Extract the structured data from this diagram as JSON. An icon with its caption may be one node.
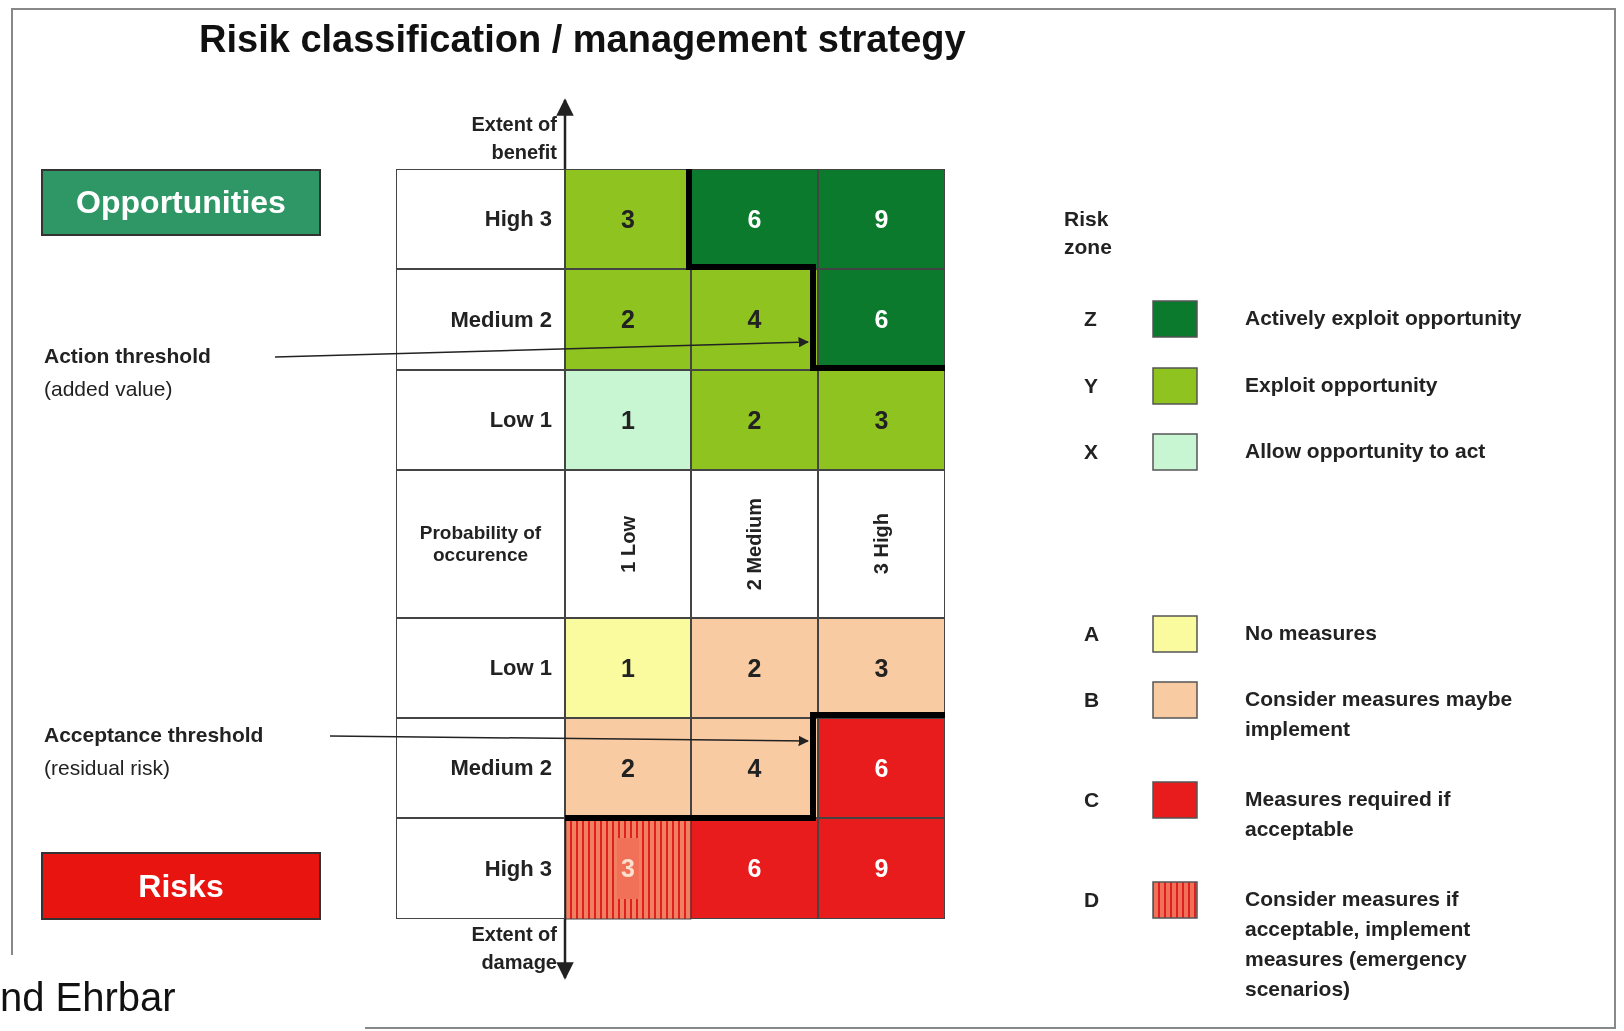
{
  "diagram": {
    "title": "Risik classification / management strategy",
    "nodes": [
      {
        "text": [
          "Opportunities"
        ]
      },
      {
        "text": [
          "Risks"
        ]
      },
      {
        "text": [
          "Action threshold",
          "(added value)"
        ]
      },
      {
        "text": [],
        "shape": "line"
      },
      {
        "text": [
          "Acceptance threshold",
          "(residual risk)"
        ]
      },
      {
        "text": [],
        "shape": "line"
      }
    ],
    "edges": [
      {
        "from": 2,
        "to": 3,
        "arrow": "to"
      },
      {
        "from": 4,
        "to": 5,
        "arrow": "to"
      }
    ],
    "labels": [
      "Extent of benefit",
      "High 3",
      "3",
      "6",
      "9",
      "Medium 2",
      "2",
      "4",
      "6",
      "Low 1",
      "1",
      "2",
      "3",
      "Probability of occurence",
      "1 Low",
      "2 Medium",
      "3 High",
      "Low 1",
      "1",
      "2",
      "3",
      "Medium 2",
      "2",
      "4",
      "6",
      "High 3",
      "3",
      "6",
      "9",
      "Extent of damage",
      "Risk zone",
      "Z",
      "Y",
      "X",
      "A",
      "B",
      "C",
      "D",
      "nd Ehrbar"
    ],
    "legend": [
      {
        "text": "Actively exploit opportunity",
        "color": "#0b7a2c"
      },
      {
        "text": "Exploit opportunity",
        "color": "#8fc31f"
      },
      {
        "text": "Allow opportunity to act",
        "color": "#c8f5d2"
      },
      {
        "text": "No measures",
        "color": "#fafa9e"
      },
      {
        "text": "Consider measures maybe implement",
        "color": "#f9cba2"
      },
      {
        "text": "Measures required if acceptable",
        "color": "#e81c1c"
      },
      {
        "text": "Consider measures if acceptable, implement measures (emergency scenarios)",
        "color": "#f07058"
      }
    ]
  }
}
